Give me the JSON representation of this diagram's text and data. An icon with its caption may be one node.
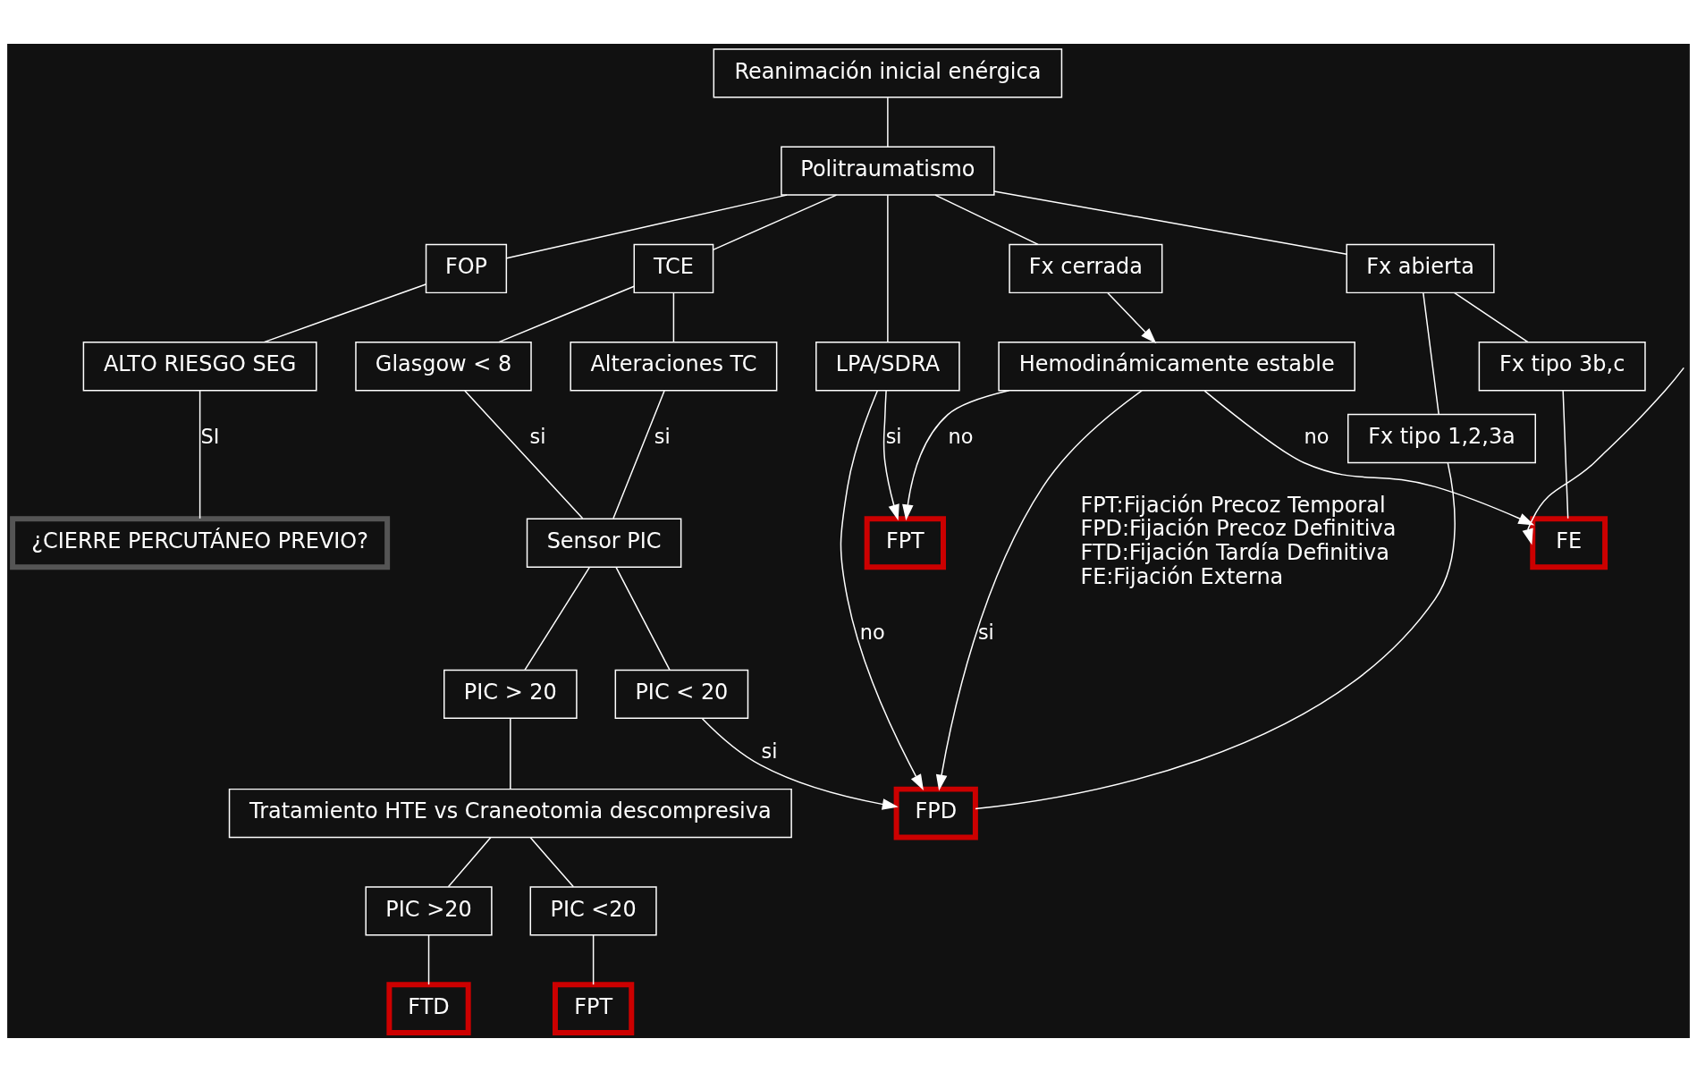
{
  "diagram": {
    "nodes": [
      {
        "text": [
          "Reanimación inicial enérgica"
        ]
      },
      {
        "text": [
          "Politraumatismo"
        ]
      },
      {
        "text": [
          "FOP"
        ]
      },
      {
        "text": [
          "ALTO RIESGO SEG"
        ]
      },
      {
        "text": [
          "¿CIERRE PERCUTÁNEO PREVIO?"
        ]
      },
      {
        "text": [
          "TCE"
        ]
      },
      {
        "text": [
          "LPA/SDRA"
        ]
      },
      {
        "text": [
          "Fx cerrada"
        ]
      },
      {
        "text": [
          "Fx abierta"
        ]
      },
      {
        "text": [
          "Glasgow < 8"
        ]
      },
      {
        "text": [
          "Alteraciones TC"
        ]
      },
      {
        "text": [
          "Sensor PIC"
        ]
      },
      {
        "text": [
          "PIC > 20"
        ]
      },
      {
        "text": [
          "PIC < 20"
        ]
      },
      {
        "text": [
          "Tratamiento HTE vs Craneotomia descompresiva"
        ]
      },
      {
        "text": [
          "PIC >20"
        ]
      },
      {
        "text": [
          "PIC <20"
        ]
      },
      {
        "text": [
          "FTD"
        ]
      },
      {
        "text": [
          "FPT"
        ]
      },
      {
        "text": [
          "FPD"
        ]
      },
      {
        "text": [
          "FPT"
        ]
      },
      {
        "text": [
          "FE"
        ]
      },
      {
        "text": [
          "Fx tipo 1,2,3a"
        ]
      },
      {
        "text": [
          "Fx tipo 3b,c"
        ]
      },
      {
        "text": [
          "Hemodinámicamente estable"
        ]
      }
    ],
    "edges": [
      {
        "from": 0,
        "to": 1,
        "arrow": "none"
      },
      {
        "from": 1,
        "to": 2,
        "arrow": "none"
      },
      {
        "from": 2,
        "to": 3,
        "arrow": "none"
      },
      {
        "from": 3,
        "to": 4,
        "arrow": "none",
        "label": "SI"
      },
      {
        "from": 1,
        "to": 5,
        "arrow": "none"
      },
      {
        "from": 1,
        "to": 6,
        "arrow": "none"
      },
      {
        "from": 1,
        "to": 7,
        "arrow": "none"
      },
      {
        "from": 1,
        "to": 8,
        "arrow": "none"
      },
      {
        "from": 5,
        "to": 9,
        "arrow": "none"
      },
      {
        "from": 5,
        "to": 10,
        "arrow": "none"
      },
      {
        "from": 9,
        "to": 11,
        "arrow": "none",
        "label": "si"
      },
      {
        "from": 10,
        "to": 11,
        "arrow": "none",
        "label": "si"
      },
      {
        "from": 11,
        "to": 12,
        "arrow": "none"
      },
      {
        "from": 11,
        "to": 13,
        "arrow": "none"
      },
      {
        "from": 12,
        "to": 14,
        "arrow": "none"
      },
      {
        "from": 13,
        "to": 19,
        "arrow": "to",
        "label": "si"
      },
      {
        "from": 14,
        "to": 15,
        "arrow": "none"
      },
      {
        "from": 14,
        "to": 16,
        "arrow": "none"
      },
      {
        "from": 15,
        "to": 17,
        "arrow": "none"
      },
      {
        "from": 16,
        "to": 18,
        "arrow": "none"
      },
      {
        "from": 6,
        "to": 19,
        "arrow": "to",
        "label": "no"
      },
      {
        "from": 6,
        "to": 20,
        "arrow": "to",
        "label": "si"
      },
      {
        "from": 7,
        "to": 24,
        "arrow": "to"
      },
      {
        "from": 8,
        "to": 22,
        "arrow": "none"
      },
      {
        "from": 8,
        "to": 23,
        "arrow": "none"
      },
      {
        "from": 23,
        "to": 21,
        "arrow": "none"
      },
      {
        "from": 22,
        "to": 19,
        "arrow": "none"
      },
      {
        "from": null,
        "to": 21,
        "arrow": "to"
      },
      {
        "from": 24,
        "to": 19,
        "arrow": "to",
        "label": "si"
      },
      {
        "from": 24,
        "to": 20,
        "arrow": "to",
        "label": "no"
      },
      {
        "from": 24,
        "to": 21,
        "arrow": "to",
        "label": "no"
      }
    ],
    "labels": [
      "FPT:Fijación Precoz Temporal",
      "FPD:Fijación Precoz Definitiva",
      "FTD:Fijación Tardía Definitiva",
      "FE:Fijación Externa"
    ]
  }
}
